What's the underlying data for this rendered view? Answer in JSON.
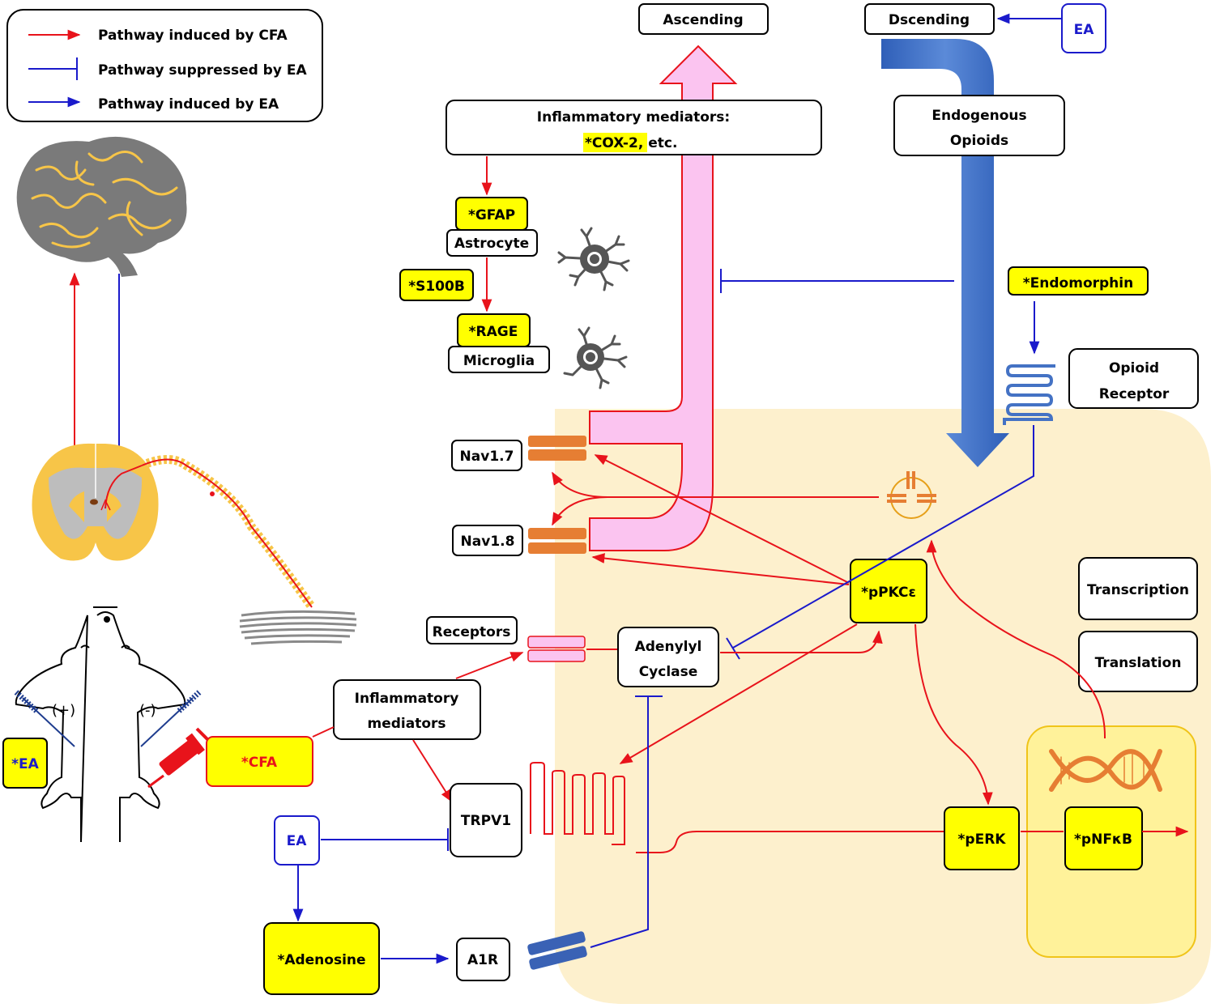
{
  "legend": {
    "cfa_induced": "Pathway induced by CFA",
    "ea_suppressed": "Pathway suppressed by EA",
    "ea_induced": "Pathway induced by EA"
  },
  "top": {
    "ascending": "Ascending",
    "descending": "Dscending",
    "ea": "EA",
    "inflammatory_mediators_line1": "Inflammatory mediators:",
    "cox2": "*COX-2",
    "etc": ", etc.",
    "endogenous": "Endogenous",
    "opioids": "Opioids"
  },
  "glia": {
    "gfap": "*GFAP",
    "astrocyte": "Astrocyte",
    "s100b": "*S100B",
    "rage": "*RAGE",
    "microglia": "Microglia"
  },
  "neuron": {
    "endomorphin": "*Endomorphin",
    "opioid": "Opioid",
    "receptor": "Receptor",
    "nav17": "Nav1.7",
    "nav18": "Nav1.8",
    "receptors": "Receptors",
    "adenylyl": "Adenylyl",
    "cyclase": "Cyclase",
    "ppkce": "*pPKCε",
    "transcription": "Transcription",
    "translation": "Translation",
    "trpv1": "TRPV1",
    "perk": "*pERK",
    "pnfkb": "*pNFκB",
    "a1r": "A1R"
  },
  "periphery": {
    "inflammatory_mediators_1": "Inflammatory",
    "inflammatory_mediators_2": "mediators",
    "cfa": "*CFA",
    "ea_star": "*EA",
    "plus": "(+)",
    "minus": "(-)",
    "ea_box": "EA",
    "adenosine": "*Adenosine"
  },
  "colors": {
    "cfa_red": "#e8131b",
    "ea_blue": "#1a1acb",
    "highlight_yellow": "#ffff00",
    "cell_fill": "#fdf0cd",
    "pink": "#fbc4f0",
    "channel_orange": "#e67e33",
    "arrow_blue": "#4472c4"
  }
}
